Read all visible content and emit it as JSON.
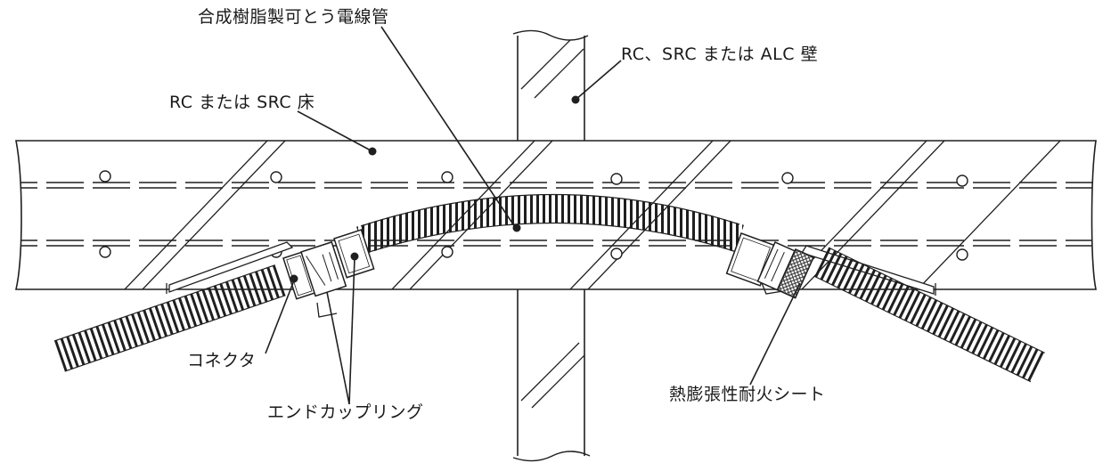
{
  "labels": {
    "conduit": "合成樹脂製可とう電線管",
    "wall": "RC、SRC または ALC 壁",
    "floor": "RC または SRC 床",
    "connector": "コネクタ",
    "end_coupling": "エンドカップリング",
    "fire_sheet": "熱膨張性耐火シート"
  },
  "colors": {
    "line": "#1f1f1f",
    "background": "#ffffff",
    "sheet_fill": "#555555"
  }
}
